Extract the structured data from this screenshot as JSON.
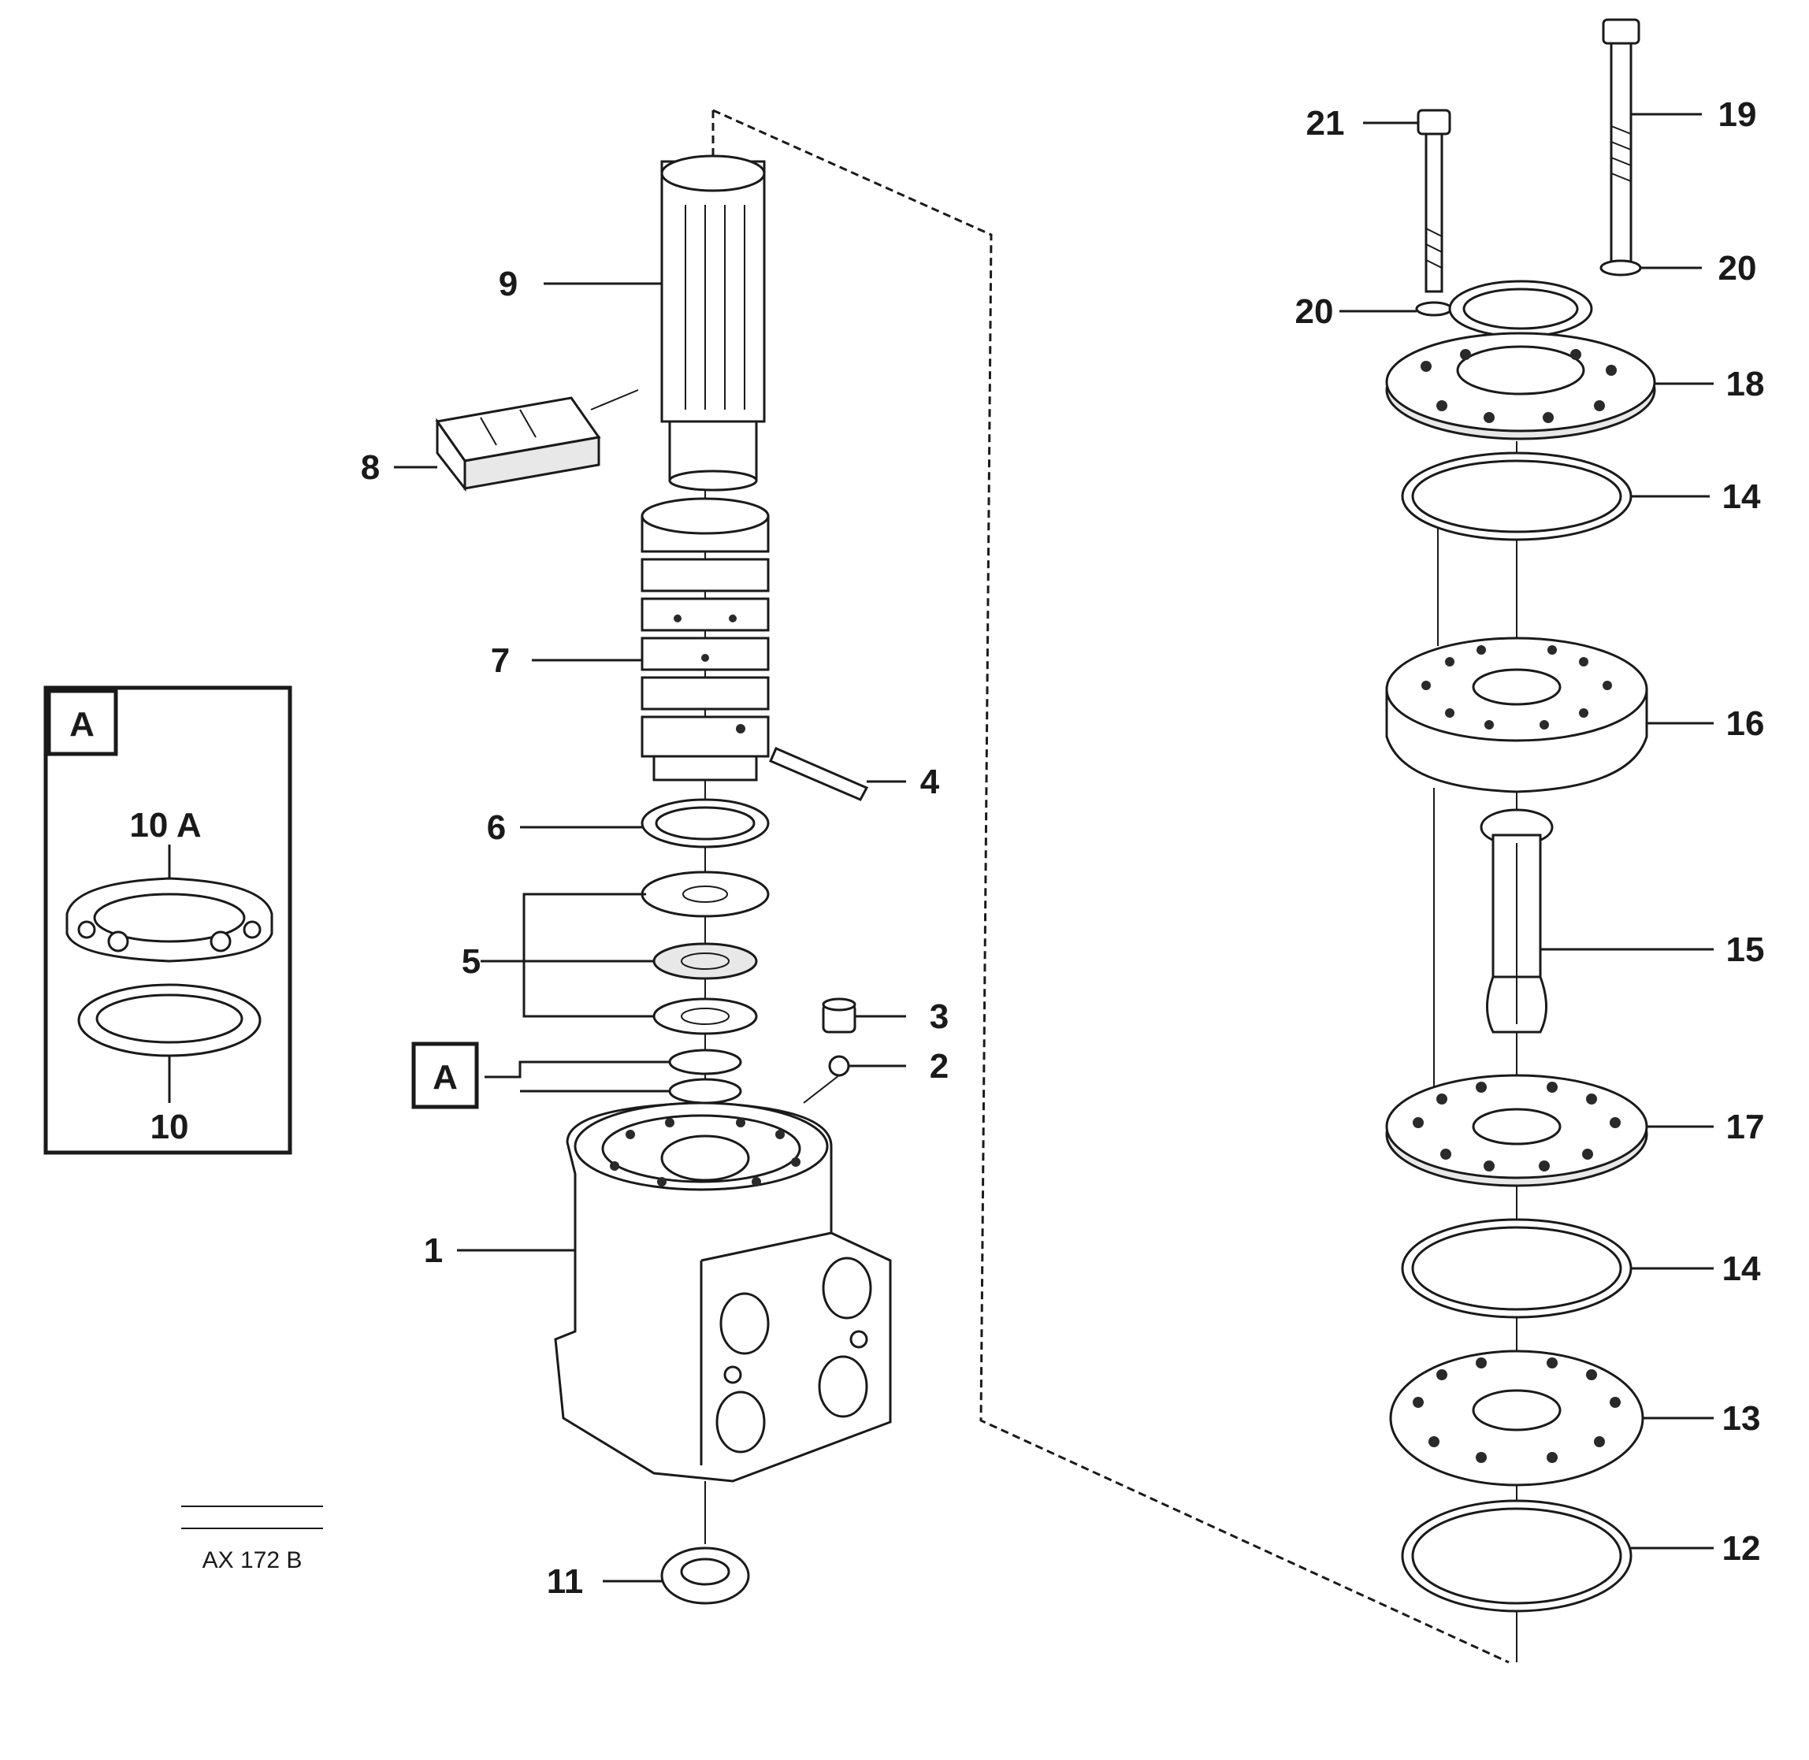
{
  "callouts": {
    "c1": "1",
    "c2": "2",
    "c3": "3",
    "c4": "4",
    "c5": "5",
    "c6": "6",
    "c7": "7",
    "c8": "8",
    "c9": "9",
    "c11": "11",
    "c12": "12",
    "c13": "13",
    "c14a": "14",
    "c14b": "14",
    "c15": "15",
    "c16": "16",
    "c17": "17",
    "c18": "18",
    "c19": "19",
    "c20a": "20",
    "c20b": "20",
    "c21": "21"
  },
  "detail": {
    "badge": "A",
    "ref_badge": "A",
    "item_upper": "10 A",
    "item_lower": "10"
  },
  "footer": {
    "line1": "",
    "line2": "",
    "code": "AX 172 B"
  }
}
